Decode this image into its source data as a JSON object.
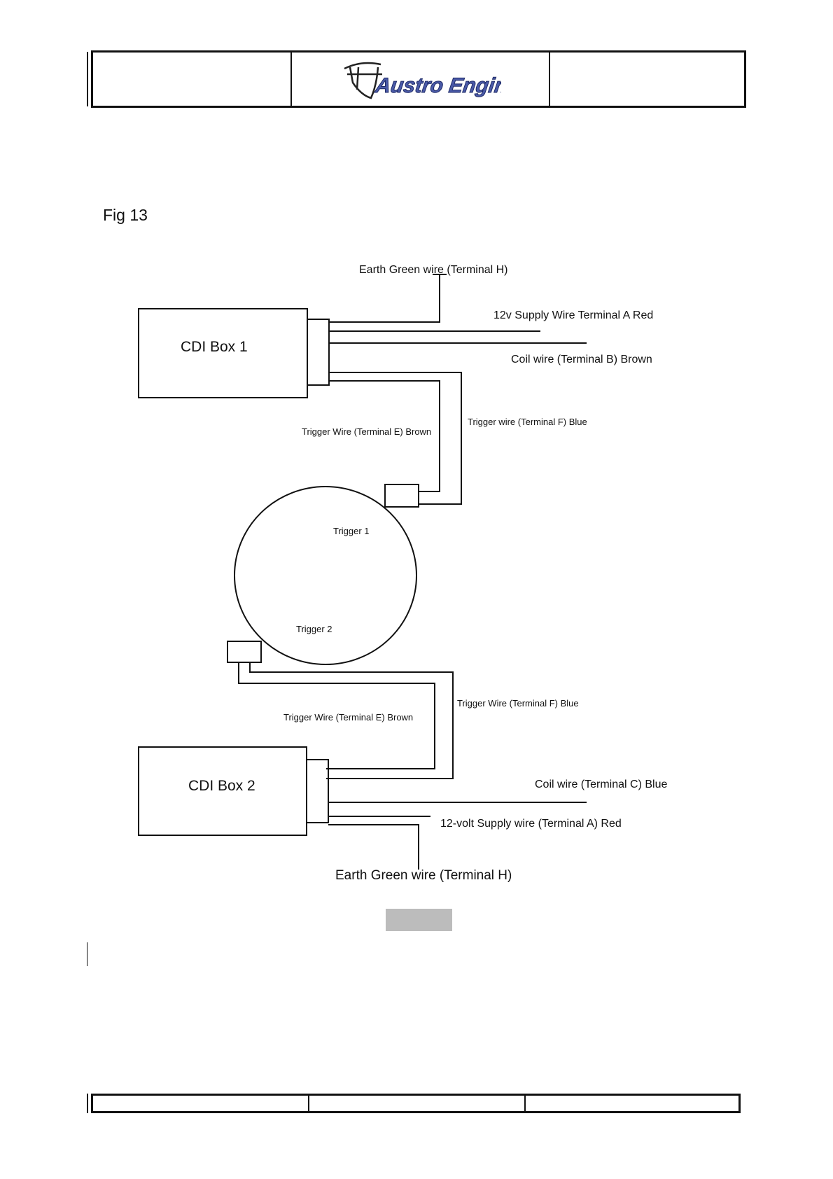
{
  "header": {
    "logo_text": "Austro Engine"
  },
  "figure": {
    "label": "Fig 13"
  },
  "diagram": {
    "box1": "CDI Box 1",
    "box2": "CDI Box 2",
    "earth_top": "Earth Green wire (Terminal H)",
    "supply_top": "12v Supply Wire Terminal A Red",
    "coil_top": "Coil wire (Terminal B) Brown",
    "trigger_e_top": "Trigger Wire (Terminal E) Brown",
    "trigger_f_top": "Trigger wire (Terminal F) Blue",
    "trigger1": "Trigger 1",
    "trigger2": "Trigger 2",
    "trigger_e_bottom": "Trigger Wire (Terminal E) Brown",
    "trigger_f_bottom": "Trigger Wire (Terminal F) Blue",
    "coil_bottom": "Coil wire (Terminal C) Blue",
    "supply_bottom": "12-volt Supply wire (Terminal A) Red",
    "earth_bottom": "Earth Green wire (Terminal H)"
  },
  "colors": {
    "ink": "#111111",
    "logo_blue": "#4a5aa8",
    "gray_block": "#bcbcbc"
  }
}
